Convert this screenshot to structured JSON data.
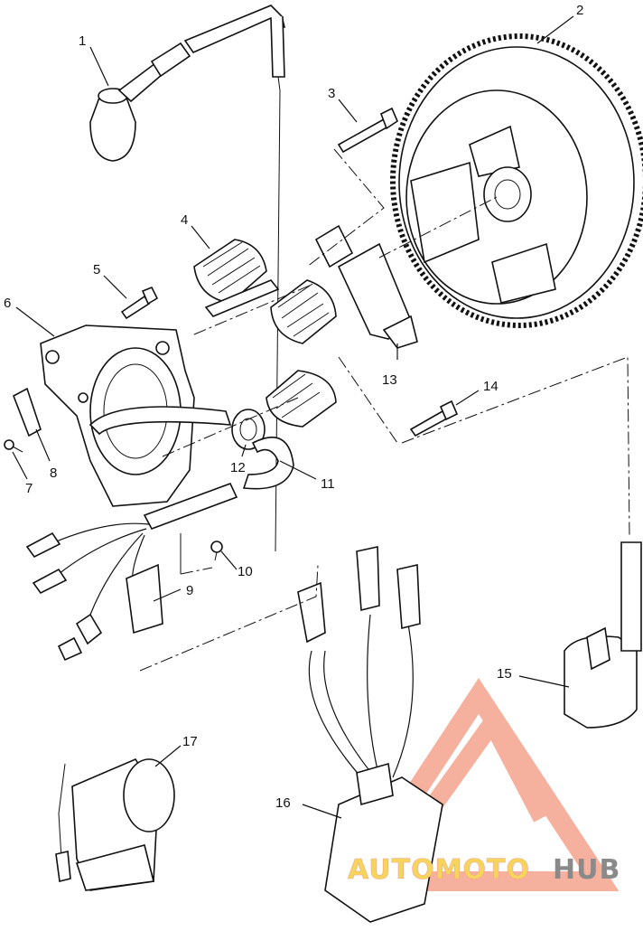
{
  "callouts": [
    {
      "id": "1",
      "label": "1"
    },
    {
      "id": "2",
      "label": "2"
    },
    {
      "id": "3",
      "label": "3"
    },
    {
      "id": "4",
      "label": "4"
    },
    {
      "id": "5",
      "label": "5"
    },
    {
      "id": "6",
      "label": "6"
    },
    {
      "id": "7",
      "label": "7"
    },
    {
      "id": "8",
      "label": "8"
    },
    {
      "id": "9",
      "label": "9"
    },
    {
      "id": "10",
      "label": "10"
    },
    {
      "id": "11",
      "label": "11"
    },
    {
      "id": "12",
      "label": "12"
    },
    {
      "id": "13",
      "label": "13"
    },
    {
      "id": "14",
      "label": "14"
    },
    {
      "id": "15",
      "label": "15"
    },
    {
      "id": "16",
      "label": "16"
    },
    {
      "id": "17",
      "label": "17"
    }
  ],
  "watermark": {
    "part1": "AUTOMOTO",
    "part2": "HUB",
    "color_main": "#f4a38e",
    "color_accent": "#f6d65a",
    "color_hub": "#8a8a8a"
  }
}
